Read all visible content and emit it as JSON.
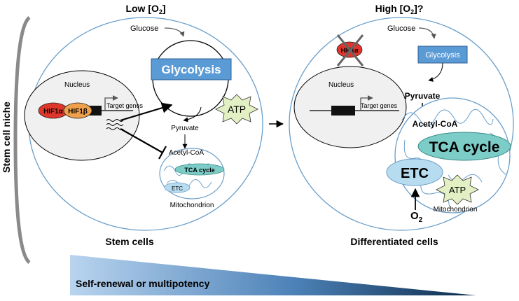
{
  "left_panel": {
    "title": "Low [O",
    "title_sub": "2",
    "title_end": "]",
    "glucose": "Glucose",
    "nucleus": "Nucleus",
    "hif1a": "HIF1α",
    "hif1b": "HIF1β",
    "target_genes": "Target genes",
    "glycolysis": "Glycolysis",
    "atp": "ATP",
    "pyruvate": "Pyruvate",
    "acetyl_coa": "Acetyl-CoA",
    "tca_cycle": "TCA cycle",
    "etc": "ETC",
    "mitochondrion": "Mitochondrion",
    "caption": "Stem cells"
  },
  "right_panel": {
    "title": "High [O",
    "title_sub": "2",
    "title_end": "]?",
    "glucose": "Glucose",
    "hif1a": "HIF1α",
    "glycolysis": "Glycolysis",
    "nucleus": "Nucleus",
    "target_genes": "Target genes",
    "pyruvate": "Pyruvate",
    "acetyl_coa": "Acetyl-CoA",
    "tca_cycle": "TCA cycle",
    "etc": "ETC",
    "atp": "ATP",
    "o2": "O",
    "o2_sub": "2",
    "mitochondrion": "Mitochondrion",
    "caption": "Differentiated cells"
  },
  "niche_label": "Stem cell niche",
  "gradient_label": "Self-renewal or multipotency",
  "colors": {
    "cell_border": "#6a9ec9",
    "glycolysis_fill": "#5b9bd5",
    "hif1a_fill": "#e0352b",
    "hif1b_fill": "#f0a04b",
    "atp_fill": "#e3f0c4",
    "tca_fill": "#7ccdc8",
    "etc_fill": "#b8dcef",
    "gradient_start": "#b9d4ef",
    "gradient_end": "#0c2a4a"
  }
}
